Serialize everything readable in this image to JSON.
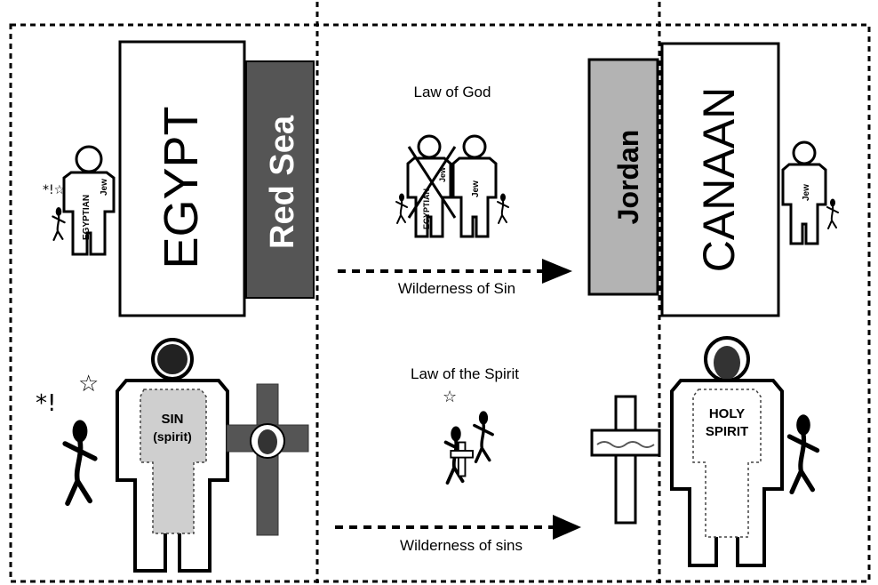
{
  "regions": {
    "egypt": "EGYPT",
    "red_sea": "Red Sea",
    "jordan": "Jordan",
    "canaan": "CANAAN"
  },
  "top_row": {
    "law_label": "Law of God",
    "wilderness_label": "Wilderness of Sin"
  },
  "bottom_row": {
    "law_label": "Law of the Spirit",
    "wilderness_label": "Wilderness of sins"
  },
  "figure_labels": {
    "egyptian": "EGYPTIAN",
    "jew": "Jew",
    "sin": "SIN",
    "spirit_paren": "(spirit)",
    "holy": "HOLY",
    "spirit": "SPIRIT"
  },
  "colors": {
    "red_sea": "#555555",
    "jordan": "#b3b3b3",
    "cross": "#555555",
    "inner_body": "#cfcfcf"
  }
}
